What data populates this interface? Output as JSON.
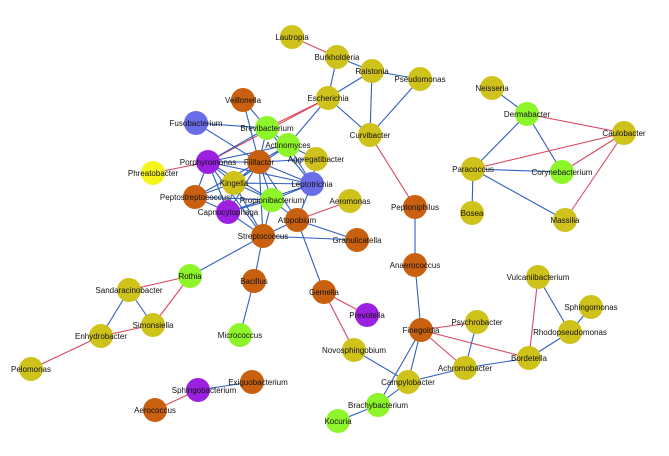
{
  "colors": {
    "olive": "#cfc21a",
    "orange": "#c8600f",
    "green": "#8ef52a",
    "purple": "#9b20e0",
    "blue": "#6a6de8",
    "yellow": "#f5f51c",
    "edge_blue": "#2f5fc0",
    "edge_red": "#d9475f"
  },
  "nodes": [
    {
      "id": "Lautropia",
      "label": "Lautropia",
      "color": "olive"
    },
    {
      "id": "Burkholderia",
      "label": "Burkholderia",
      "color": "olive"
    },
    {
      "id": "Ralstonia",
      "label": "Ralstonia",
      "color": "olive"
    },
    {
      "id": "Pseudomonas",
      "label": "Pseudomonas",
      "color": "olive"
    },
    {
      "id": "Escherichia",
      "label": "Escherichia",
      "color": "olive"
    },
    {
      "id": "Curvibacter",
      "label": "Curvibacter",
      "color": "olive"
    },
    {
      "id": "Veillonella",
      "label": "Veillonella",
      "color": "orange"
    },
    {
      "id": "Fusobacterium",
      "label": "Fusobacterium",
      "color": "blue"
    },
    {
      "id": "Brevibacterium",
      "label": "Brevibacterium",
      "color": "green"
    },
    {
      "id": "Actinomyces",
      "label": "Actinomyces",
      "color": "green"
    },
    {
      "id": "Porphyromonas",
      "label": "Porphyromonas",
      "color": "purple"
    },
    {
      "id": "Filifactor",
      "label": "Filifactor",
      "color": "orange"
    },
    {
      "id": "Aggregatibacter",
      "label": "Aggregatibacter",
      "color": "olive"
    },
    {
      "id": "Phreatobacter",
      "label": "Phreatobacter",
      "color": "yellow"
    },
    {
      "id": "Kingella",
      "label": "Kingella",
      "color": "olive"
    },
    {
      "id": "Leptotrichia",
      "label": "Leptotrichia",
      "color": "blue"
    },
    {
      "id": "Peptostreptococcus",
      "label": "Peptostreptococcus",
      "color": "orange"
    },
    {
      "id": "Propionibacterium",
      "label": "Propionibacterium",
      "color": "green"
    },
    {
      "id": "Capnocytophaga",
      "label": "Capnocytophaga",
      "color": "purple"
    },
    {
      "id": "Aeromonas",
      "label": "Aeromonas",
      "color": "olive"
    },
    {
      "id": "Atopobium",
      "label": "Atopobium",
      "color": "orange"
    },
    {
      "id": "Streptococcus",
      "label": "Streptococcus",
      "color": "orange"
    },
    {
      "id": "Granulicatella",
      "label": "Granulicatella",
      "color": "orange"
    },
    {
      "id": "Peptoniphilus",
      "label": "Peptoniphilus",
      "color": "orange"
    },
    {
      "id": "Neisseria",
      "label": "Neisseria",
      "color": "olive"
    },
    {
      "id": "Dermabacter",
      "label": "Dermabacter",
      "color": "green"
    },
    {
      "id": "Caulobacter",
      "label": "Caulobacter",
      "color": "olive"
    },
    {
      "id": "Paracoccus",
      "label": "Paracoccus",
      "color": "olive"
    },
    {
      "id": "Corynebacterium",
      "label": "Corynebacterium",
      "color": "green"
    },
    {
      "id": "Bosea",
      "label": "Bosea",
      "color": "olive"
    },
    {
      "id": "Massilia",
      "label": "Massilia",
      "color": "olive"
    },
    {
      "id": "Rothia",
      "label": "Rothia",
      "color": "green"
    },
    {
      "id": "Sandaracinobacter",
      "label": "Sandaracinobacter",
      "color": "olive"
    },
    {
      "id": "Bacillus",
      "label": "Bacillus",
      "color": "orange"
    },
    {
      "id": "Gemella",
      "label": "Gemella",
      "color": "orange"
    },
    {
      "id": "Anaerococcus",
      "label": "Anaerococcus",
      "color": "orange"
    },
    {
      "id": "Vulcaniibacterium",
      "label": "Vulcaniibacterium",
      "color": "olive"
    },
    {
      "id": "Sphingomonas",
      "label": "Sphingomonas",
      "color": "olive"
    },
    {
      "id": "Simonsiella",
      "label": "Simonsiella",
      "color": "olive"
    },
    {
      "id": "Enhydrobacter",
      "label": "Enhydrobacter",
      "color": "olive"
    },
    {
      "id": "Prevotella",
      "label": "Prevotella",
      "color": "purple"
    },
    {
      "id": "Micrococcus",
      "label": "Micrococcus",
      "color": "green"
    },
    {
      "id": "Finegoldia",
      "label": "Finegoldia",
      "color": "orange"
    },
    {
      "id": "Psychrobacter",
      "label": "Psychrobacter",
      "color": "olive"
    },
    {
      "id": "Rhodopseudomonas",
      "label": "Rhodopseudomonas",
      "color": "olive"
    },
    {
      "id": "Novosphingobium",
      "label": "Novosphingobium",
      "color": "olive"
    },
    {
      "id": "Bordetella",
      "label": "Bordetella",
      "color": "olive"
    },
    {
      "id": "Achromobacter",
      "label": "Achromobacter",
      "color": "olive"
    },
    {
      "id": "Pelomonas",
      "label": "Pelomonas",
      "color": "olive"
    },
    {
      "id": "Exiguobacterium",
      "label": "Exiguobacterium",
      "color": "orange"
    },
    {
      "id": "Sphingobacterium",
      "label": "Sphingobacterium",
      "color": "purple"
    },
    {
      "id": "Campylobacter",
      "label": "Campylobacter",
      "color": "olive"
    },
    {
      "id": "Aerococcus",
      "label": "Aerococcus",
      "color": "orange"
    },
    {
      "id": "Brachybacterium",
      "label": "Brachybacterium",
      "color": "green"
    },
    {
      "id": "Kocuria",
      "label": "Kocuria",
      "color": "green"
    }
  ],
  "edges": [
    {
      "source": "Lautropia",
      "target": "Burkholderia",
      "color": "edge_red"
    },
    {
      "source": "Burkholderia",
      "target": "Ralstonia",
      "color": "edge_blue"
    },
    {
      "source": "Burkholderia",
      "target": "Escherichia",
      "color": "edge_blue"
    },
    {
      "source": "Ralstonia",
      "target": "Pseudomonas",
      "color": "edge_blue"
    },
    {
      "source": "Ralstonia",
      "target": "Escherichia",
      "color": "edge_blue"
    },
    {
      "source": "Ralstonia",
      "target": "Curvibacter",
      "color": "edge_blue"
    },
    {
      "source": "Pseudomonas",
      "target": "Curvibacter",
      "color": "edge_blue"
    },
    {
      "source": "Escherichia",
      "target": "Curvibacter",
      "color": "edge_blue"
    },
    {
      "source": "Escherichia",
      "target": "Brevibacterium",
      "color": "edge_red"
    },
    {
      "source": "Escherichia",
      "target": "Actinomyces",
      "color": "edge_blue"
    },
    {
      "source": "Escherichia",
      "target": "Porphyromonas",
      "color": "edge_red"
    },
    {
      "source": "Curvibacter",
      "target": "Peptoniphilus",
      "color": "edge_red"
    },
    {
      "source": "Veillonella",
      "target": "Brevibacterium",
      "color": "edge_blue"
    },
    {
      "source": "Veillonella",
      "target": "Filifactor",
      "color": "edge_blue"
    },
    {
      "source": "Fusobacterium",
      "target": "Brevibacterium",
      "color": "edge_blue"
    },
    {
      "source": "Fusobacterium",
      "target": "Filifactor",
      "color": "edge_blue"
    },
    {
      "source": "Brevibacterium",
      "target": "Actinomyces",
      "color": "edge_blue"
    },
    {
      "source": "Brevibacterium",
      "target": "Porphyromonas",
      "color": "edge_blue"
    },
    {
      "source": "Brevibacterium",
      "target": "Filifactor",
      "color": "edge_blue"
    },
    {
      "source": "Brevibacterium",
      "target": "Leptotrichia",
      "color": "edge_blue"
    },
    {
      "source": "Actinomyces",
      "target": "Porphyromonas",
      "color": "edge_blue"
    },
    {
      "source": "Actinomyces",
      "target": "Filifactor",
      "color": "edge_blue"
    },
    {
      "source": "Actinomyces",
      "target": "Leptotrichia",
      "color": "edge_blue"
    },
    {
      "source": "Actinomyces",
      "target": "Aggregatibacter",
      "color": "edge_blue"
    },
    {
      "source": "Actinomyces",
      "target": "Kingella",
      "color": "edge_blue"
    },
    {
      "source": "Porphyromonas",
      "target": "Filifactor",
      "color": "edge_blue"
    },
    {
      "source": "Porphyromonas",
      "target": "Leptotrichia",
      "color": "edge_blue"
    },
    {
      "source": "Porphyromonas",
      "target": "Kingella",
      "color": "edge_blue"
    },
    {
      "source": "Porphyromonas",
      "target": "Capnocytophaga",
      "color": "edge_blue"
    },
    {
      "source": "Porphyromonas",
      "target": "Propionibacterium",
      "color": "edge_blue"
    },
    {
      "source": "Porphyromonas",
      "target": "Peptostreptococcus",
      "color": "edge_blue"
    },
    {
      "source": "Porphyromonas",
      "target": "Phreatobacter",
      "color": "edge_red"
    },
    {
      "source": "Porphyromonas",
      "target": "Streptococcus",
      "color": "edge_blue"
    },
    {
      "source": "Filifactor",
      "target": "Leptotrichia",
      "color": "edge_blue"
    },
    {
      "source": "Filifactor",
      "target": "Kingella",
      "color": "edge_blue"
    },
    {
      "source": "Filifactor",
      "target": "Propionibacterium",
      "color": "edge_blue"
    },
    {
      "source": "Filifactor",
      "target": "Capnocytophaga",
      "color": "edge_blue"
    },
    {
      "source": "Filifactor",
      "target": "Aggregatibacter",
      "color": "edge_blue"
    },
    {
      "source": "Filifactor",
      "target": "Peptostreptococcus",
      "color": "edge_blue"
    },
    {
      "source": "Filifactor",
      "target": "Atopobium",
      "color": "edge_blue"
    },
    {
      "source": "Filifactor",
      "target": "Streptococcus",
      "color": "edge_blue"
    },
    {
      "source": "Leptotrichia",
      "target": "Propionibacterium",
      "color": "edge_blue"
    },
    {
      "source": "Leptotrichia",
      "target": "Kingella",
      "color": "edge_blue"
    },
    {
      "source": "Leptotrichia",
      "target": "Capnocytophaga",
      "color": "edge_blue"
    },
    {
      "source": "Leptotrichia",
      "target": "Atopobium",
      "color": "edge_blue"
    },
    {
      "source": "Leptotrichia",
      "target": "Aggregatibacter",
      "color": "edge_blue"
    },
    {
      "source": "Kingella",
      "target": "Propionibacterium",
      "color": "edge_blue"
    },
    {
      "source": "Kingella",
      "target": "Capnocytophaga",
      "color": "edge_blue"
    },
    {
      "source": "Kingella",
      "target": "Peptostreptococcus",
      "color": "edge_blue"
    },
    {
      "source": "Kingella",
      "target": "Streptococcus",
      "color": "edge_blue"
    },
    {
      "source": "Peptostreptococcus",
      "target": "Propionibacterium",
      "color": "edge_blue"
    },
    {
      "source": "Peptostreptococcus",
      "target": "Capnocytophaga",
      "color": "edge_blue"
    },
    {
      "source": "Propionibacterium",
      "target": "Capnocytophaga",
      "color": "edge_blue"
    },
    {
      "source": "Propionibacterium",
      "target": "Atopobium",
      "color": "edge_blue"
    },
    {
      "source": "Propionibacterium",
      "target": "Streptococcus",
      "color": "edge_blue"
    },
    {
      "source": "Capnocytophaga",
      "target": "Streptococcus",
      "color": "edge_blue"
    },
    {
      "source": "Atopobium",
      "target": "Streptococcus",
      "color": "edge_blue"
    },
    {
      "source": "Atopobium",
      "target": "Aeromonas",
      "color": "edge_red"
    },
    {
      "source": "Atopobium",
      "target": "Gemella",
      "color": "edge_blue"
    },
    {
      "source": "Atopobium",
      "target": "Granulicatella",
      "color": "edge_blue"
    },
    {
      "source": "Streptococcus",
      "target": "Granulicatella",
      "color": "edge_blue"
    },
    {
      "source": "Streptococcus",
      "target": "Rothia",
      "color": "edge_blue"
    },
    {
      "source": "Streptococcus",
      "target": "Bacillus",
      "color": "edge_blue"
    },
    {
      "source": "Gemella",
      "target": "Prevotella",
      "color": "edge_red"
    },
    {
      "source": "Gemella",
      "target": "Novosphingobium",
      "color": "edge_red"
    },
    {
      "source": "Bacillus",
      "target": "Micrococcus",
      "color": "edge_blue"
    },
    {
      "source": "Peptoniphilus",
      "target": "Anaerococcus",
      "color": "edge_blue"
    },
    {
      "source": "Anaerococcus",
      "target": "Finegoldia",
      "color": "edge_blue"
    },
    {
      "source": "Finegoldia",
      "target": "Psychrobacter",
      "color": "edge_red"
    },
    {
      "source": "Finegoldia",
      "target": "Achromobacter",
      "color": "edge_red"
    },
    {
      "source": "Finegoldia",
      "target": "Campylobacter",
      "color": "edge_blue"
    },
    {
      "source": "Finegoldia",
      "target": "Brachybacterium",
      "color": "edge_blue"
    },
    {
      "source": "Finegoldia",
      "target": "Bordetella",
      "color": "edge_red"
    },
    {
      "source": "Psychrobacter",
      "target": "Achromobacter",
      "color": "edge_blue"
    },
    {
      "source": "Achromobacter",
      "target": "Bordetella",
      "color": "edge_blue"
    },
    {
      "source": "Achromobacter",
      "target": "Campylobacter",
      "color": "edge_blue"
    },
    {
      "source": "Vulcaniibacterium",
      "target": "Rhodopseudomonas",
      "color": "edge_blue"
    },
    {
      "source": "Vulcaniibacterium",
      "target": "Bordetella",
      "color": "edge_red"
    },
    {
      "source": "Sphingomonas",
      "target": "Rhodopseudomonas",
      "color": "edge_blue"
    },
    {
      "source": "Rhodopseudomonas",
      "target": "Bordetella",
      "color": "edge_blue"
    },
    {
      "source": "Campylobacter",
      "target": "Brachybacterium",
      "color": "edge_blue"
    },
    {
      "source": "Novosphingobium",
      "target": "Campylobacter",
      "color": "edge_blue"
    },
    {
      "source": "Brachybacterium",
      "target": "Kocuria",
      "color": "edge_blue"
    },
    {
      "source": "Neisseria",
      "target": "Dermabacter",
      "color": "edge_blue"
    },
    {
      "source": "Dermabacter",
      "target": "Caulobacter",
      "color": "edge_red"
    },
    {
      "source": "Dermabacter",
      "target": "Paracoccus",
      "color": "edge_blue"
    },
    {
      "source": "Dermabacter",
      "target": "Corynebacterium",
      "color": "edge_blue"
    },
    {
      "source": "Paracoccus",
      "target": "Caulobacter",
      "color": "edge_red"
    },
    {
      "source": "Paracoccus",
      "target": "Corynebacterium",
      "color": "edge_blue"
    },
    {
      "source": "Paracoccus",
      "target": "Bosea",
      "color": "edge_blue"
    },
    {
      "source": "Paracoccus",
      "target": "Massilia",
      "color": "edge_blue"
    },
    {
      "source": "Corynebacterium",
      "target": "Caulobacter",
      "color": "edge_red"
    },
    {
      "source": "Massilia",
      "target": "Caulobacter",
      "color": "edge_red"
    },
    {
      "source": "Rothia",
      "target": "Sandaracinobacter",
      "color": "edge_red"
    },
    {
      "source": "Rothia",
      "target": "Simonsiella",
      "color": "edge_red"
    },
    {
      "source": "Sandaracinobacter",
      "target": "Simonsiella",
      "color": "edge_blue"
    },
    {
      "source": "Sandaracinobacter",
      "target": "Enhydrobacter",
      "color": "edge_blue"
    },
    {
      "source": "Simonsiella",
      "target": "Enhydrobacter",
      "color": "edge_red"
    },
    {
      "source": "Enhydrobacter",
      "target": "Pelomonas",
      "color": "edge_red"
    },
    {
      "source": "Sphingobacterium",
      "target": "Exiguobacterium",
      "color": "edge_blue"
    },
    {
      "source": "Sphingobacterium",
      "target": "Aerococcus",
      "color": "edge_red"
    }
  ]
}
